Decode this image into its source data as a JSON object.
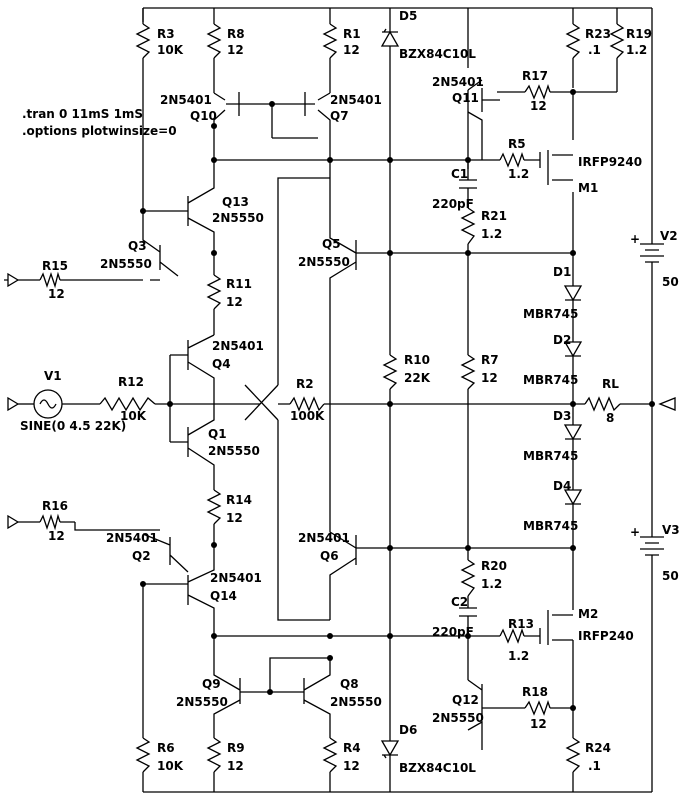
{
  "directives": [
    ".tran 0 11mS 1mS",
    ".options plotwinsize=0"
  ],
  "sources": {
    "v1": {
      "name": "V1",
      "value": "SINE(0 4.5 22K)"
    },
    "v2": {
      "name": "V2",
      "value": "50"
    },
    "v3": {
      "name": "V3",
      "value": "50"
    }
  },
  "resistors": {
    "r3": {
      "name": "R3",
      "value": "10K"
    },
    "r8": {
      "name": "R8",
      "value": "12"
    },
    "r1": {
      "name": "R1",
      "value": "12"
    },
    "r23": {
      "name": "R23",
      "value": ".1"
    },
    "r19": {
      "name": "R19",
      "value": "1.2"
    },
    "r17": {
      "name": "R17",
      "value": "12"
    },
    "r5": {
      "name": "R5",
      "value": "1.2"
    },
    "r21": {
      "name": "R21",
      "value": "1.2"
    },
    "r15": {
      "name": "R15",
      "value": "12"
    },
    "r11": {
      "name": "R11",
      "value": "12"
    },
    "r12": {
      "name": "R12",
      "value": "10K"
    },
    "r2": {
      "name": "R2",
      "value": "100K"
    },
    "r10": {
      "name": "R10",
      "value": "22K"
    },
    "r7": {
      "name": "R7",
      "value": "12"
    },
    "rl": {
      "name": "RL",
      "value": "8"
    },
    "r14": {
      "name": "R14",
      "value": "12"
    },
    "r16": {
      "name": "R16",
      "value": "12"
    },
    "r20": {
      "name": "R20",
      "value": "1.2"
    },
    "r13": {
      "name": "R13",
      "value": "1.2"
    },
    "r18": {
      "name": "R18",
      "value": "12"
    },
    "r6": {
      "name": "R6",
      "value": "10K"
    },
    "r9": {
      "name": "R9",
      "value": "12"
    },
    "r4": {
      "name": "R4",
      "value": "12"
    },
    "r24": {
      "name": "R24",
      "value": ".1"
    }
  },
  "transistors": {
    "q10": {
      "name": "Q10",
      "model": "2N5401"
    },
    "q7": {
      "name": "Q7",
      "model": "2N5401"
    },
    "q11": {
      "name": "Q11",
      "model": "2N5401"
    },
    "q13": {
      "name": "Q13",
      "model": "2N5550"
    },
    "q3": {
      "name": "Q3",
      "model": "2N5550"
    },
    "q5": {
      "name": "Q5",
      "model": "2N5550"
    },
    "q4": {
      "name": "Q4",
      "model": "2N5401"
    },
    "q1": {
      "name": "Q1",
      "model": "2N5550"
    },
    "q2": {
      "name": "Q2",
      "model": "2N5401"
    },
    "q14": {
      "name": "Q14",
      "model": "2N5401"
    },
    "q6": {
      "name": "Q6",
      "model": "2N5401"
    },
    "q9": {
      "name": "Q9",
      "model": "2N5550"
    },
    "q8": {
      "name": "Q8",
      "model": "2N5550"
    },
    "q12": {
      "name": "Q12",
      "model": "2N5550"
    },
    "m1": {
      "name": "M1",
      "model": "IRFP9240"
    },
    "m2": {
      "name": "M2",
      "model": "IRFP240"
    }
  },
  "diodes": {
    "d5": {
      "name": "D5",
      "model": "BZX84C10L"
    },
    "d6": {
      "name": "D6",
      "model": "BZX84C10L"
    },
    "d1": {
      "name": "D1",
      "model": "MBR745"
    },
    "d2": {
      "name": "D2",
      "model": "MBR745"
    },
    "d3": {
      "name": "D3",
      "model": "MBR745"
    },
    "d4": {
      "name": "D4",
      "model": "MBR745"
    }
  },
  "capacitors": {
    "c1": {
      "name": "C1",
      "value": "220pF"
    },
    "c2": {
      "name": "C2",
      "value": "220pF"
    }
  },
  "symbols": {
    "plus": "+"
  }
}
